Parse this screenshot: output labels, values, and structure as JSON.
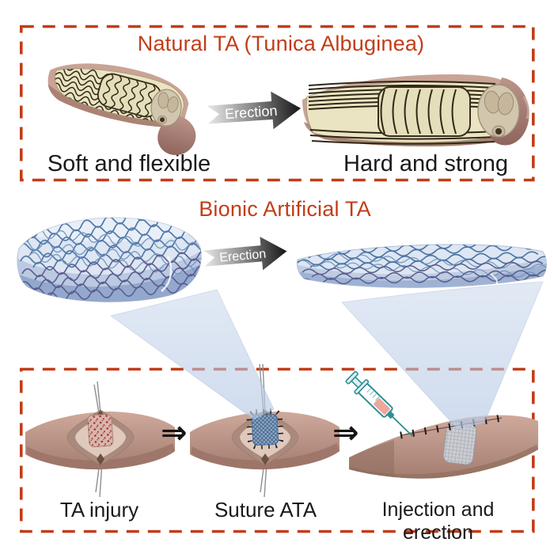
{
  "figure": {
    "natural_section": {
      "title": "Natural TA (Tunica Albuginea)",
      "flaccid_caption": "Soft and flexible",
      "erect_caption": "Hard and strong",
      "arrow_label": "Erection"
    },
    "bionic_section": {
      "title": "Bionic Artificial TA",
      "arrow_label": "Erection"
    },
    "procedure_section": {
      "step_arrow_glyph": "⇒",
      "steps": [
        {
          "label": "TA injury"
        },
        {
          "label": "Suture ATA"
        },
        {
          "label": "Injection and erection"
        }
      ]
    },
    "colors": {
      "accent": "#c23d18",
      "caption_text": "#1a1a1a",
      "arrow_gradient_start": "#e9e9e9",
      "arrow_gradient_end": "#161616",
      "skin": "#c9a396",
      "ta_cream": "#ebe4c2",
      "fiber_dark": "#2e2716",
      "gel_blue_light": "#dde6f2",
      "gel_blue_dark": "#93a8cd",
      "fiber_blue": "#4a72a4",
      "fiber_purple": "#5a5d8e",
      "beam_blue": "#b9cbe6",
      "injury_red": "#9c3231",
      "suture_patch_blue": "#91abc4",
      "mesh_gray": "#cdd2d9",
      "syringe_teal": "#2e8f96"
    }
  }
}
